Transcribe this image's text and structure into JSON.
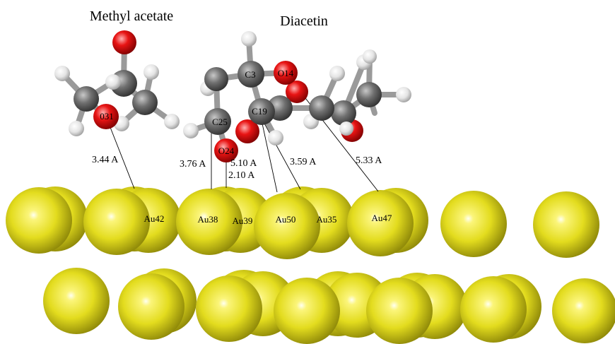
{
  "titles": {
    "left": "Methyl acetate",
    "right": "Diacetin"
  },
  "atom_labels": {
    "o31": "031",
    "c3": "C3",
    "o14": "O14",
    "c25": "C25",
    "c19": "C19",
    "o24": "O24"
  },
  "distances": {
    "d1": "3.44 A",
    "d2": "3.76 A",
    "d3": "5.10 A",
    "d4": "2.10 A",
    "d5": "3.59 A",
    "d6": "5.33 A"
  },
  "gold_labels": {
    "au42": "Au42",
    "au38": "Au38",
    "au39": "Au39",
    "au50": "Au50",
    "au35": "Au35",
    "au47": "Au47"
  },
  "colors": {
    "gold": "#e8e020",
    "carbon": "#6a6a6a",
    "oxygen": "#e01010",
    "hydrogen": "#e6e6e6"
  }
}
